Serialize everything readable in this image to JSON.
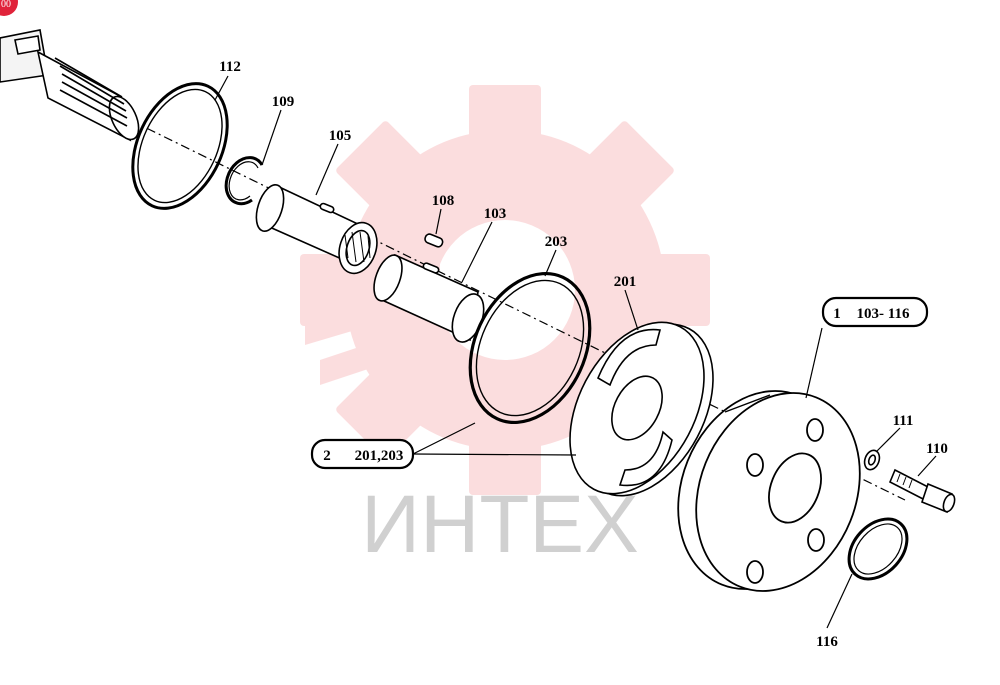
{
  "watermark": {
    "text": "ИНТЕХ",
    "color": "#e8232a"
  },
  "corner_badge": {
    "text": "00",
    "color": "#e0233a"
  },
  "callouts": {
    "p112": "112",
    "p109": "109",
    "p105": "105",
    "p108": "108",
    "p103": "103",
    "p203": "203",
    "p201": "201",
    "p111": "111",
    "p110": "110",
    "p116": "116"
  },
  "assemblies": {
    "a1": {
      "qty": "1",
      "range": "103- 116"
    },
    "a2": {
      "qty": "2",
      "range": "201,203"
    }
  }
}
